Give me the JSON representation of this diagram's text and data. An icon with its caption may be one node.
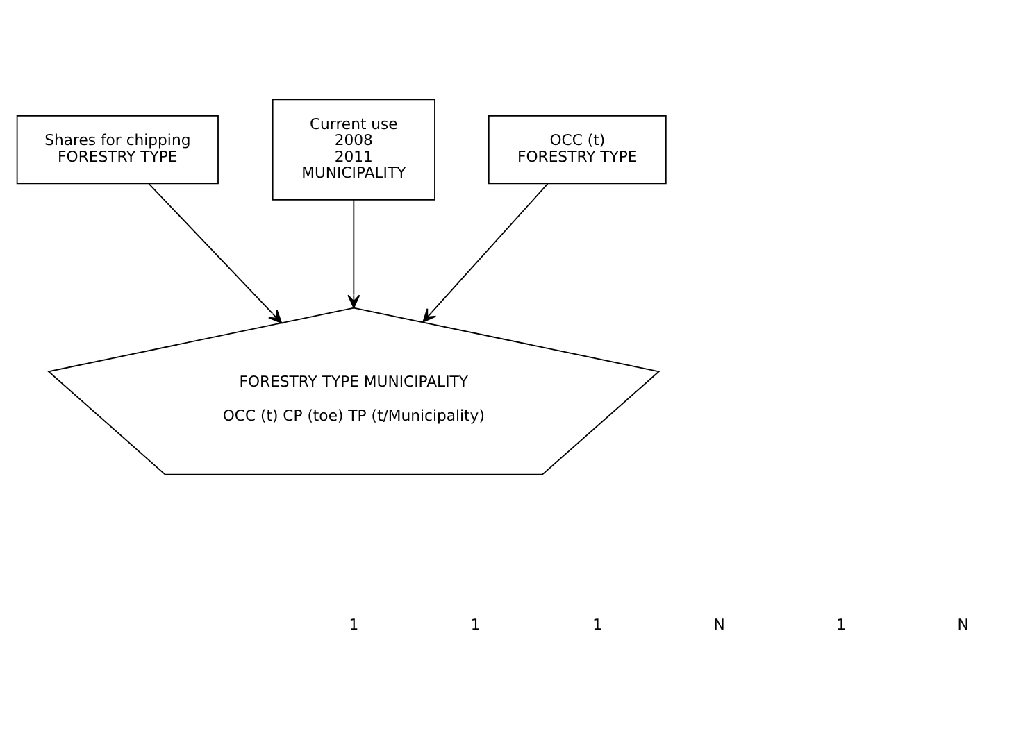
{
  "diagram": {
    "nodes": [
      {
        "text": [
          "Shares for chipping",
          "FORESTRY TYPE"
        ]
      },
      {
        "text": [
          "Current use",
          "2008",
          "2011",
          "MUNICIPALITY"
        ]
      },
      {
        "text": [
          "OCC (t)",
          "FORESTRY TYPE"
        ]
      },
      {
        "text": [
          "FORESTRY TYPE MUNICIPALITY",
          "OCC (t) CP (toe) TP (t/Municipality)"
        ]
      }
    ],
    "edges": [
      {
        "from": 0,
        "to": 3,
        "arrow": "to"
      },
      {
        "from": 1,
        "to": 3,
        "arrow": "to"
      },
      {
        "from": 2,
        "to": 3,
        "arrow": "to"
      }
    ],
    "labels": [
      "1",
      "1",
      "1",
      "N",
      "1",
      "N"
    ]
  }
}
